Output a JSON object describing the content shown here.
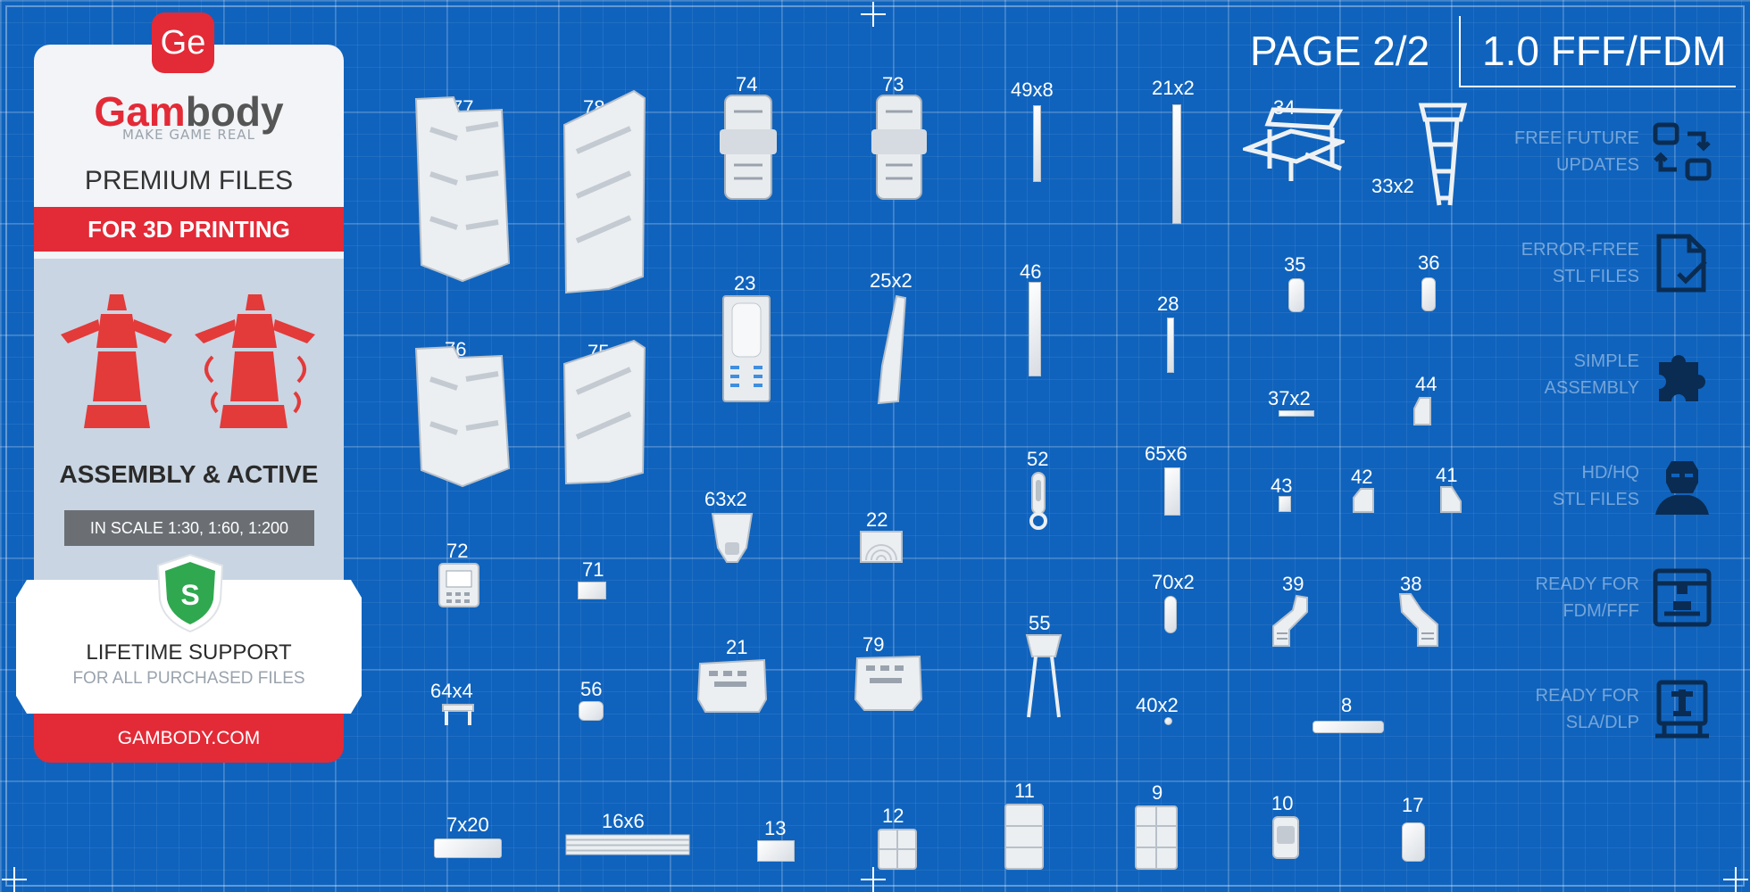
{
  "header": {
    "page": "PAGE 2/2",
    "version": "1.0 FFF/FDM"
  },
  "panel": {
    "logo": "Ge",
    "brand_a": "Gam",
    "brand_b": "body",
    "tagline": "MAKE GAME REAL",
    "premium": "PREMIUM FILES",
    "for3d": "FOR 3D PRINTING",
    "assembly": "ASSEMBLY & ACTIVE",
    "scale": "IN SCALE 1:30, 1:60, 1:200",
    "shield_letter": "S",
    "support_title": "LIFETIME SUPPORT",
    "support_sub": "FOR ALL PURCHASED FILES",
    "site": "GAMBODY.COM",
    "colors": {
      "red": "#e32a37",
      "green": "#2fa84f"
    }
  },
  "features": [
    {
      "line1": "FREE FUTURE",
      "line2": "UPDATES",
      "icon": "refresh-icon"
    },
    {
      "line1": "ERROR-FREE",
      "line2": "STL FILES",
      "icon": "file-check-icon"
    },
    {
      "line1": "SIMPLE",
      "line2": "ASSEMBLY",
      "icon": "puzzle-icon"
    },
    {
      "line1": "HD/HQ",
      "line2": "STL FILES",
      "icon": "ironman-icon"
    },
    {
      "line1": "READY FOR",
      "line2": "FDM/FFF",
      "icon": "fdm-printer-icon"
    },
    {
      "line1": "READY FOR",
      "line2": "SLA/DLP",
      "icon": "sla-printer-icon"
    }
  ],
  "parts": {
    "p77": "77",
    "p78": "78",
    "p74": "74",
    "p73": "73",
    "p49": "49x8",
    "p21": "21x2",
    "p34": "34",
    "p33": "33x2",
    "p76": "76",
    "p75": "75",
    "p23": "23",
    "p25": "25x2",
    "p46": "46",
    "p28": "28",
    "p35": "35",
    "p36": "36",
    "p37": "37x2",
    "p44": "44",
    "p52": "52",
    "p65": "65x6",
    "p43": "43",
    "p42": "42",
    "p41": "41",
    "p63": "63x2",
    "p22": "22",
    "p72": "72",
    "p71": "71",
    "p70": "70x2",
    "p39": "39",
    "p38": "38",
    "p21b": "21",
    "p79": "79",
    "p55": "55",
    "p64": "64x4",
    "p56": "56",
    "p40": "40x2",
    "p8": "8",
    "p11": "11",
    "p9": "9",
    "p10": "10",
    "p17": "17",
    "p7": "7x20",
    "p16": "16x6",
    "p13": "13",
    "p12": "12"
  }
}
